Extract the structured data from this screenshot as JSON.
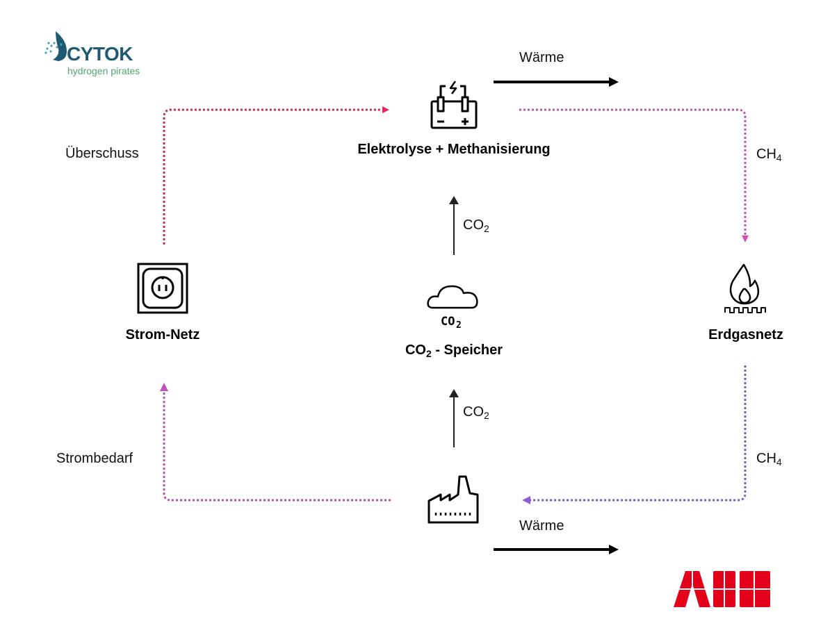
{
  "logos": {
    "cytok": {
      "name": "CYTOK",
      "tagline": "hydrogen pirates",
      "color": "#1f5a73",
      "tagline_color": "#4fa86f"
    },
    "abb": {
      "name": "ABB",
      "color": "#e2001a"
    }
  },
  "nodes": {
    "electrolysis": {
      "label": "Elektrolyse + Methanisierung",
      "icon": "battery-icon"
    },
    "grid": {
      "label": "Strom-Netz",
      "icon": "power-socket-icon"
    },
    "co2_storage": {
      "label_main": "CO",
      "label_sub": "2",
      "label_rest": " - Speicher",
      "icon": "co2-cloud-icon",
      "icon_text": "CO",
      "icon_sub": "2"
    },
    "gas_grid": {
      "label": "Erdgasnetz",
      "icon": "gas-flame-icon"
    },
    "factory": {
      "label": "",
      "icon": "factory-icon"
    }
  },
  "flows": {
    "surplus": {
      "label": "Überschuss",
      "color": "#e8245e"
    },
    "heat_top": {
      "label": "Wärme",
      "color": "#000000"
    },
    "ch4_top": {
      "label_main": "CH",
      "label_sub": "4",
      "color": "#d94fb6"
    },
    "co2_top": {
      "label_main": "CO",
      "label_sub": "2",
      "color": "#222222"
    },
    "co2_bottom": {
      "label_main": "CO",
      "label_sub": "2",
      "color": "#222222"
    },
    "ch4_bottom": {
      "label_main": "CH",
      "label_sub": "4",
      "color": "#8b5fd6"
    },
    "demand": {
      "label": "Strombedarf",
      "color": "#c44fbf"
    },
    "heat_bottom": {
      "label": "Wärme",
      "color": "#000000"
    }
  }
}
